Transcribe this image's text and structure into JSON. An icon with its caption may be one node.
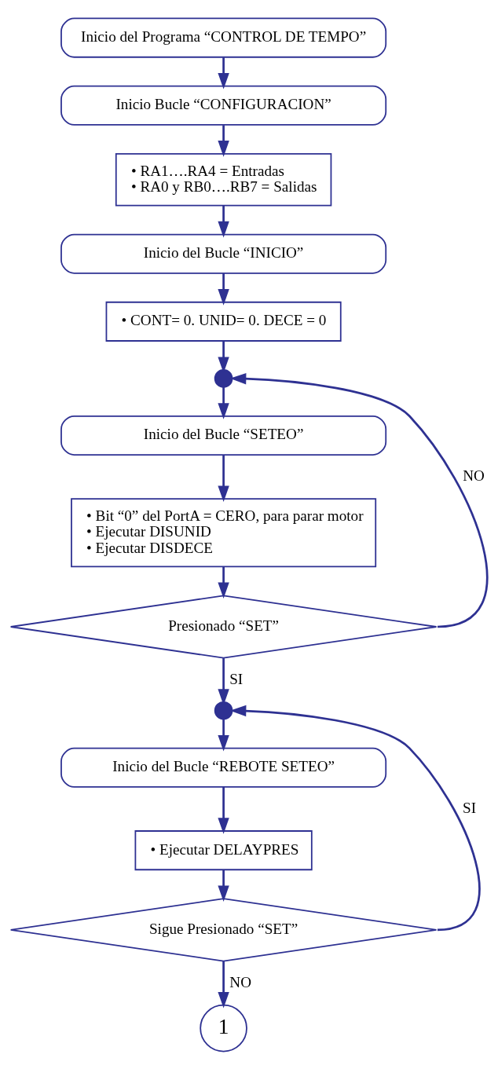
{
  "diagram": {
    "nodes": [
      {
        "text": [
          "Inicio del Programa “CONTROL DE TEMPO”"
        ]
      },
      {
        "text": [
          "Inicio Bucle “CONFIGURACION”"
        ]
      },
      {
        "text": [
          "• RA1….RA4 = Entradas",
          "• RA0 y RB0….RB7 = Salidas"
        ]
      },
      {
        "text": [
          "Inicio del Bucle “INICIO”"
        ]
      },
      {
        "text": [
          "• CONT= 0. UNID= 0. DECE = 0"
        ]
      },
      {
        "text": [],
        "shape": "circle"
      },
      {
        "text": [
          "Inicio del Bucle “SETEO”"
        ]
      },
      {
        "text": [
          "• Bit “0” del PortA = CERO, para parar motor",
          "• Ejecutar DISUNID",
          "• Ejecutar DISDECE"
        ]
      },
      {
        "text": [
          "Presionado “SET”"
        ]
      },
      {
        "text": [],
        "shape": "circle"
      },
      {
        "text": [
          "Inicio del Bucle “REBOTE SETEO”"
        ]
      },
      {
        "text": [
          "• Ejecutar DELAYPRES"
        ]
      },
      {
        "text": [
          "Sigue Presionado “SET”"
        ]
      },
      {
        "text": [
          "1"
        ]
      }
    ],
    "edges": [
      {
        "from": 0,
        "to": 1,
        "arrow": "to"
      },
      {
        "from": 1,
        "to": 2,
        "arrow": "to"
      },
      {
        "from": 2,
        "to": 3,
        "arrow": "to"
      },
      {
        "from": 3,
        "to": 4,
        "arrow": "to"
      },
      {
        "from": 4,
        "to": 5,
        "arrow": "to"
      },
      {
        "from": 5,
        "to": 6,
        "arrow": "to"
      },
      {
        "from": 6,
        "to": 7,
        "arrow": "to"
      },
      {
        "from": 7,
        "to": 8,
        "arrow": "to"
      },
      {
        "from": 8,
        "to": 5,
        "arrow": "to",
        "label": "NO"
      },
      {
        "from": 8,
        "to": 9,
        "arrow": "to",
        "label": "SI"
      },
      {
        "from": 9,
        "to": 10,
        "arrow": "to"
      },
      {
        "from": 10,
        "to": 11,
        "arrow": "to"
      },
      {
        "from": 11,
        "to": 12,
        "arrow": "to"
      },
      {
        "from": 12,
        "to": 9,
        "arrow": "to",
        "label": "SI"
      },
      {
        "from": 12,
        "to": 13,
        "arrow": "to",
        "label": "NO"
      }
    ]
  }
}
